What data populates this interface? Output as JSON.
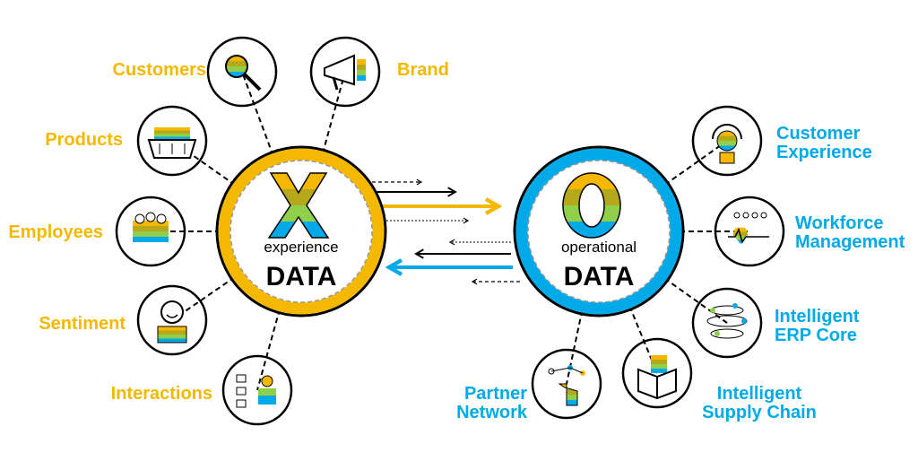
{
  "colors": {
    "experience": "#f5b800",
    "operational": "#00a9e8",
    "olive": "#b5a81a",
    "green": "#8fcf4a"
  },
  "experience": {
    "letter": "X",
    "sub": "experience",
    "main": "DATA"
  },
  "operational": {
    "letter": "O",
    "sub": "operational",
    "main": "DATA"
  },
  "experience_nodes": [
    {
      "label": "Customers",
      "icon": "magnifier-person-icon"
    },
    {
      "label": "Brand",
      "icon": "megaphone-icon"
    },
    {
      "label": "Products",
      "icon": "shopping-basket-icon"
    },
    {
      "label": "Employees",
      "icon": "people-group-icon"
    },
    {
      "label": "Sentiment",
      "icon": "smiling-person-icon"
    },
    {
      "label": "Interactions",
      "icon": "person-interactions-icon"
    }
  ],
  "operational_nodes": [
    {
      "line1": "Customer",
      "line2": "Experience",
      "icon": "headset-person-icon"
    },
    {
      "line1": "Workforce",
      "line2": "Management",
      "icon": "workforce-heartbeat-icon"
    },
    {
      "line1": "Intelligent",
      "line2": "ERP Core",
      "icon": "spiral-network-icon"
    },
    {
      "line1": "Intelligent",
      "line2": "Supply Chain",
      "icon": "open-box-icon"
    },
    {
      "line1": "Partner",
      "line2": "Network",
      "icon": "hand-network-icon"
    }
  ]
}
